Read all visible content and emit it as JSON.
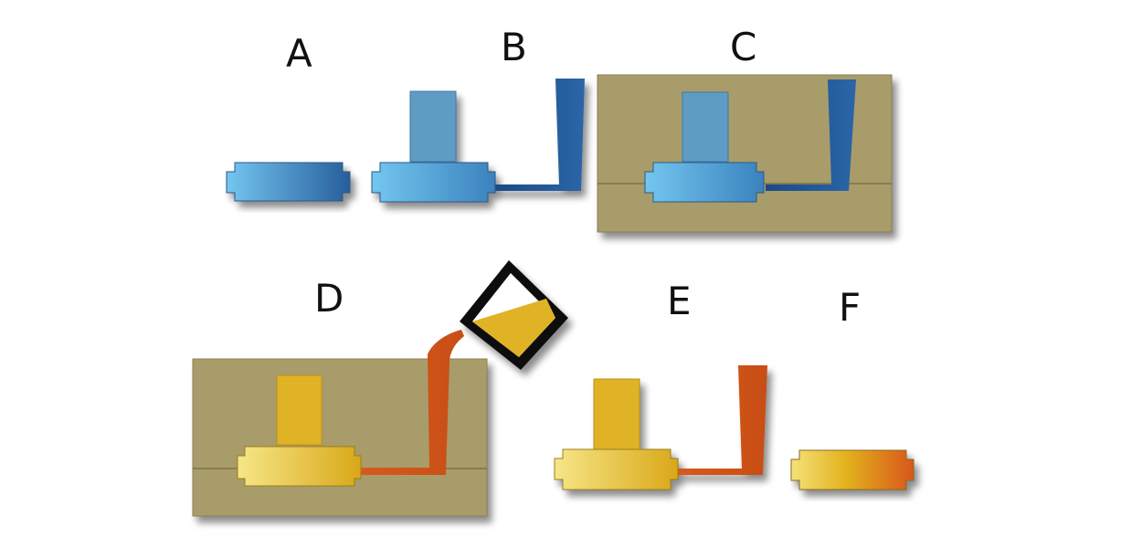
{
  "diagram": {
    "type": "sand-casting-process",
    "stages": [
      {
        "id": "A",
        "label": "A",
        "description": "pattern"
      },
      {
        "id": "B",
        "label": "B",
        "description": "pattern with riser, runner and sprue"
      },
      {
        "id": "C",
        "label": "C",
        "description": "pattern packed in sand mold"
      },
      {
        "id": "D",
        "label": "D",
        "description": "molten metal poured from ladle"
      },
      {
        "id": "E",
        "label": "E",
        "description": "casting removed with gating"
      },
      {
        "id": "F",
        "label": "F",
        "description": "finished casting"
      }
    ],
    "colors": {
      "background": "#ffffff",
      "sand": "#a89c6a",
      "sand_edge": "#8c8052",
      "pattern_light": "#6cc0ec",
      "pattern_dark": "#2d67a4",
      "riser_blue": "#5f9cc4",
      "sprue_blue": "#1d4f8c",
      "metal_light": "#f3e27a",
      "metal_gold": "#e0b326",
      "metal_orange": "#d4561c",
      "ladle": "#111111"
    }
  }
}
